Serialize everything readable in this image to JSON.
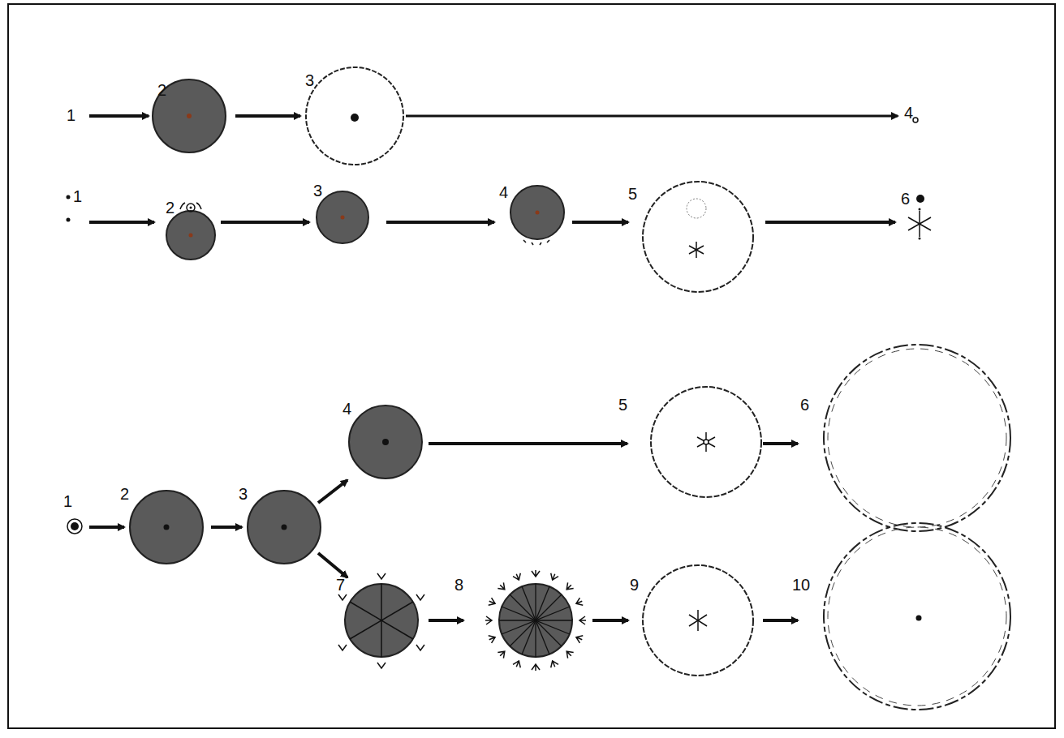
{
  "diagram": {
    "labels": [
      "1",
      "2",
      "3",
      "4",
      "1",
      "2",
      "3",
      "4",
      "5",
      "6",
      "1",
      "2",
      "3",
      "4",
      "5",
      "6",
      "7",
      "8",
      "9",
      "10"
    ]
  }
}
